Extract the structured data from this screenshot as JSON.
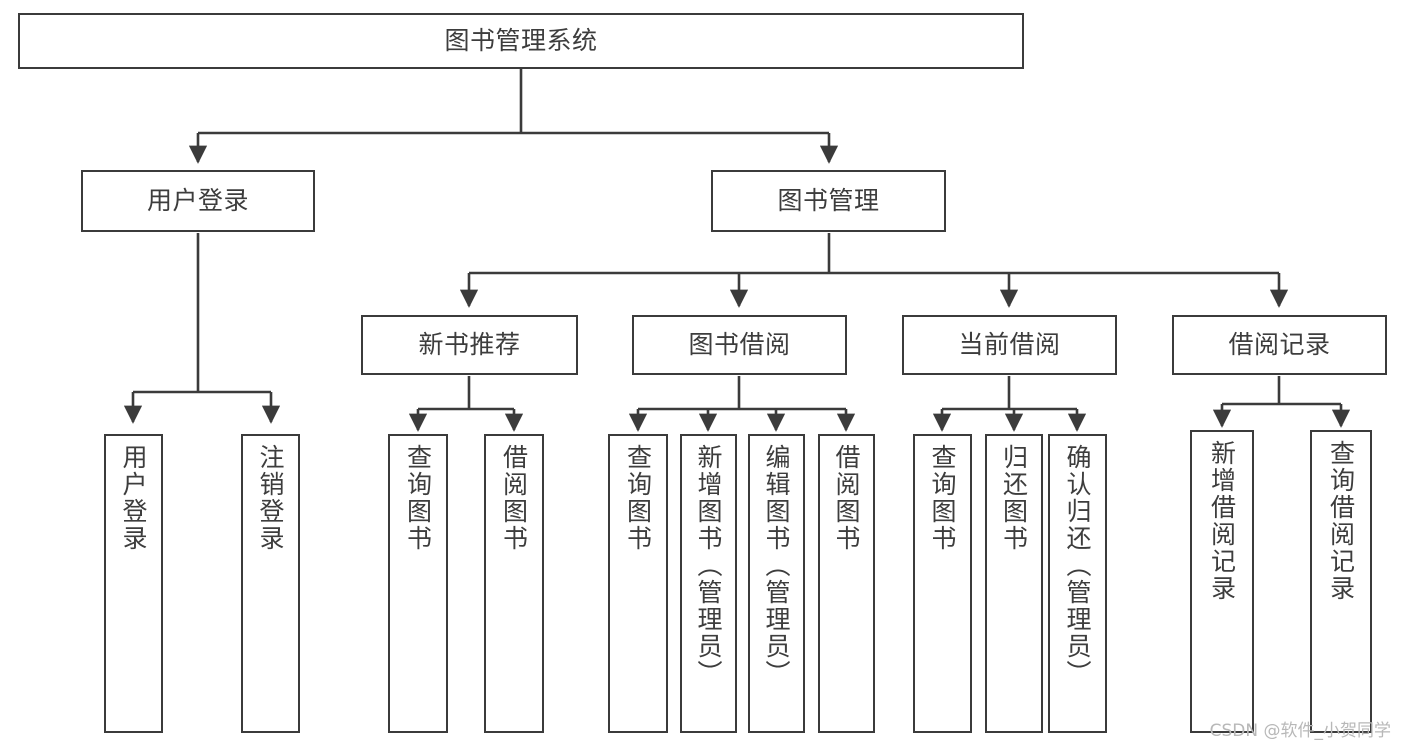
{
  "diagram": {
    "type": "tree-hierarchy",
    "title": "图书管理系统",
    "watermark": "CSDN @软件_小贺同学",
    "colors": {
      "background": "#ffffff",
      "stroke": "#3b3b3b",
      "text": "#3d3d3d",
      "watermark": "#b8b8b8"
    },
    "nodes": {
      "root": {
        "label": "图书管理系统",
        "level": 0
      },
      "level2": [
        {
          "id": "user-login",
          "label": "用户登录"
        },
        {
          "id": "book-manage",
          "label": "图书管理"
        }
      ],
      "level3": [
        {
          "id": "new-book-rec",
          "label": "新书推荐",
          "parent": "book-manage"
        },
        {
          "id": "book-borrow",
          "label": "图书借阅",
          "parent": "book-manage"
        },
        {
          "id": "current-borrow",
          "label": "当前借阅",
          "parent": "book-manage"
        },
        {
          "id": "borrow-record",
          "label": "借阅记录",
          "parent": "book-manage"
        }
      ],
      "leaves": [
        {
          "id": "leaf-user-login",
          "label": "用户登录",
          "parent": "user-login"
        },
        {
          "id": "leaf-logout",
          "label": "注销登录",
          "parent": "user-login"
        },
        {
          "id": "leaf-query-book-1",
          "label": "查询图书",
          "parent": "new-book-rec"
        },
        {
          "id": "leaf-borrow-book-1",
          "label": "借阅图书",
          "parent": "new-book-rec"
        },
        {
          "id": "leaf-query-book-2",
          "label": "查询图书",
          "parent": "book-borrow"
        },
        {
          "id": "leaf-add-book",
          "label": "新增图书（管理员）",
          "parent": "book-borrow"
        },
        {
          "id": "leaf-edit-book",
          "label": "编辑图书（管理员）",
          "parent": "book-borrow"
        },
        {
          "id": "leaf-borrow-book-2",
          "label": "借阅图书",
          "parent": "book-borrow"
        },
        {
          "id": "leaf-query-book-3",
          "label": "查询图书",
          "parent": "current-borrow"
        },
        {
          "id": "leaf-return-book",
          "label": "归还图书",
          "parent": "current-borrow"
        },
        {
          "id": "leaf-confirm-return",
          "label": "确认归还（管理员）",
          "parent": "current-borrow"
        },
        {
          "id": "leaf-add-record",
          "label": "新增借阅记录",
          "parent": "borrow-record"
        },
        {
          "id": "leaf-query-record",
          "label": "查询借阅记录",
          "parent": "borrow-record"
        }
      ]
    }
  }
}
